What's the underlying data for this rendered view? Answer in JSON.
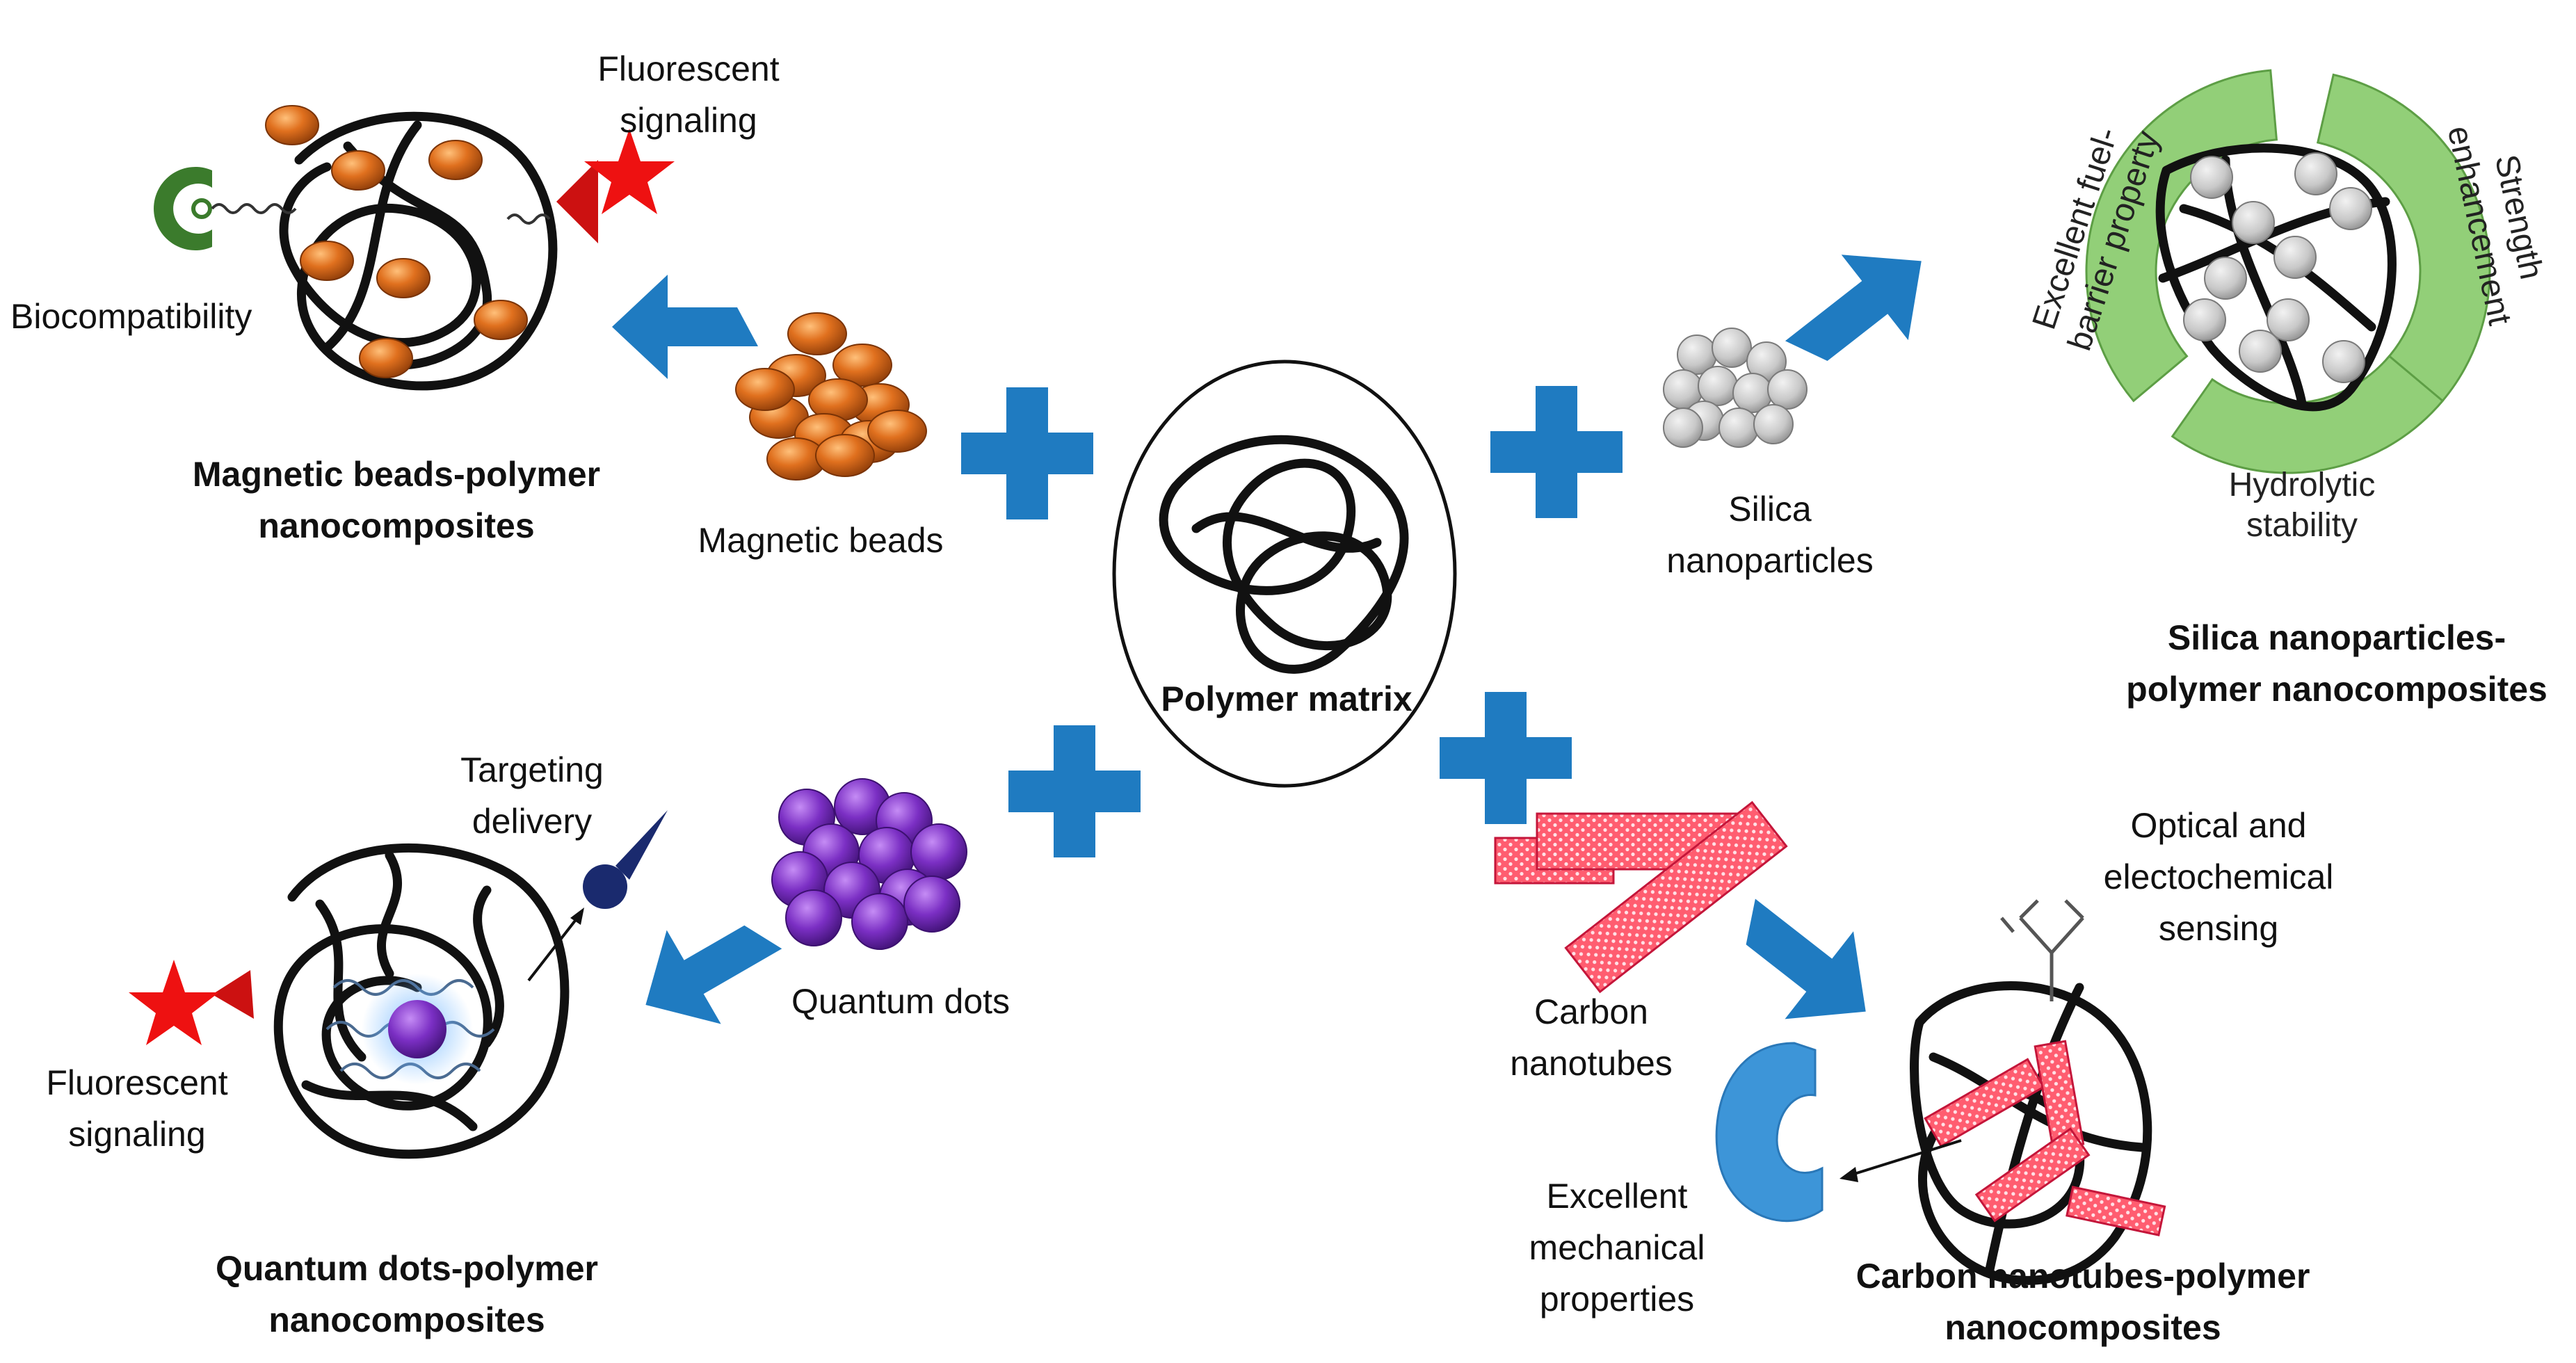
{
  "center": {
    "label": "Polymer matrix"
  },
  "magnetic": {
    "input_label": "Magnetic beads",
    "product_title": [
      "Magnetic beads-polymer",
      "nanocomposites"
    ],
    "features": {
      "fluorescent": [
        "Fluorescent",
        "signaling"
      ],
      "biocompat": "Biocompatibility"
    }
  },
  "silica": {
    "input_label": [
      "Silica",
      "nanoparticles"
    ],
    "product_title": [
      "Silica nanoparticles-",
      "polymer nanocomposites"
    ],
    "ring_segments": [
      "Excellent fuel-",
      "barrier property",
      "Strength",
      "enhancement",
      "Hydrolytic",
      "stability"
    ]
  },
  "quantum": {
    "input_label": "Quantum dots",
    "product_title": [
      "Quantum dots-polymer",
      "nanocomposites"
    ],
    "features": {
      "targeting": [
        "Targeting",
        "delivery"
      ],
      "fluorescent": [
        "Fluorescent",
        "signaling"
      ]
    }
  },
  "carbon": {
    "input_label": [
      "Carbon",
      "nanotubes"
    ],
    "product_title": [
      "Carbon nanotubes-polymer",
      "nanocomposites"
    ],
    "features": {
      "sensing": [
        "Optical and",
        "electochemical",
        "sensing"
      ],
      "mechanical": [
        "Excellent",
        "mechanical",
        "properties"
      ]
    }
  },
  "colors": {
    "arrow": "#1f7bc1",
    "bead": "#e0701e",
    "bead_dark": "#8a3a08",
    "silica": "#c8c8c8",
    "ring": "#92cf78",
    "quantum": "#7b2fc4",
    "nanotube": "#ff6b7a",
    "star": "#ee1111",
    "cup_blue": "#3d95d8",
    "bio_green": "#3b7b2c"
  }
}
